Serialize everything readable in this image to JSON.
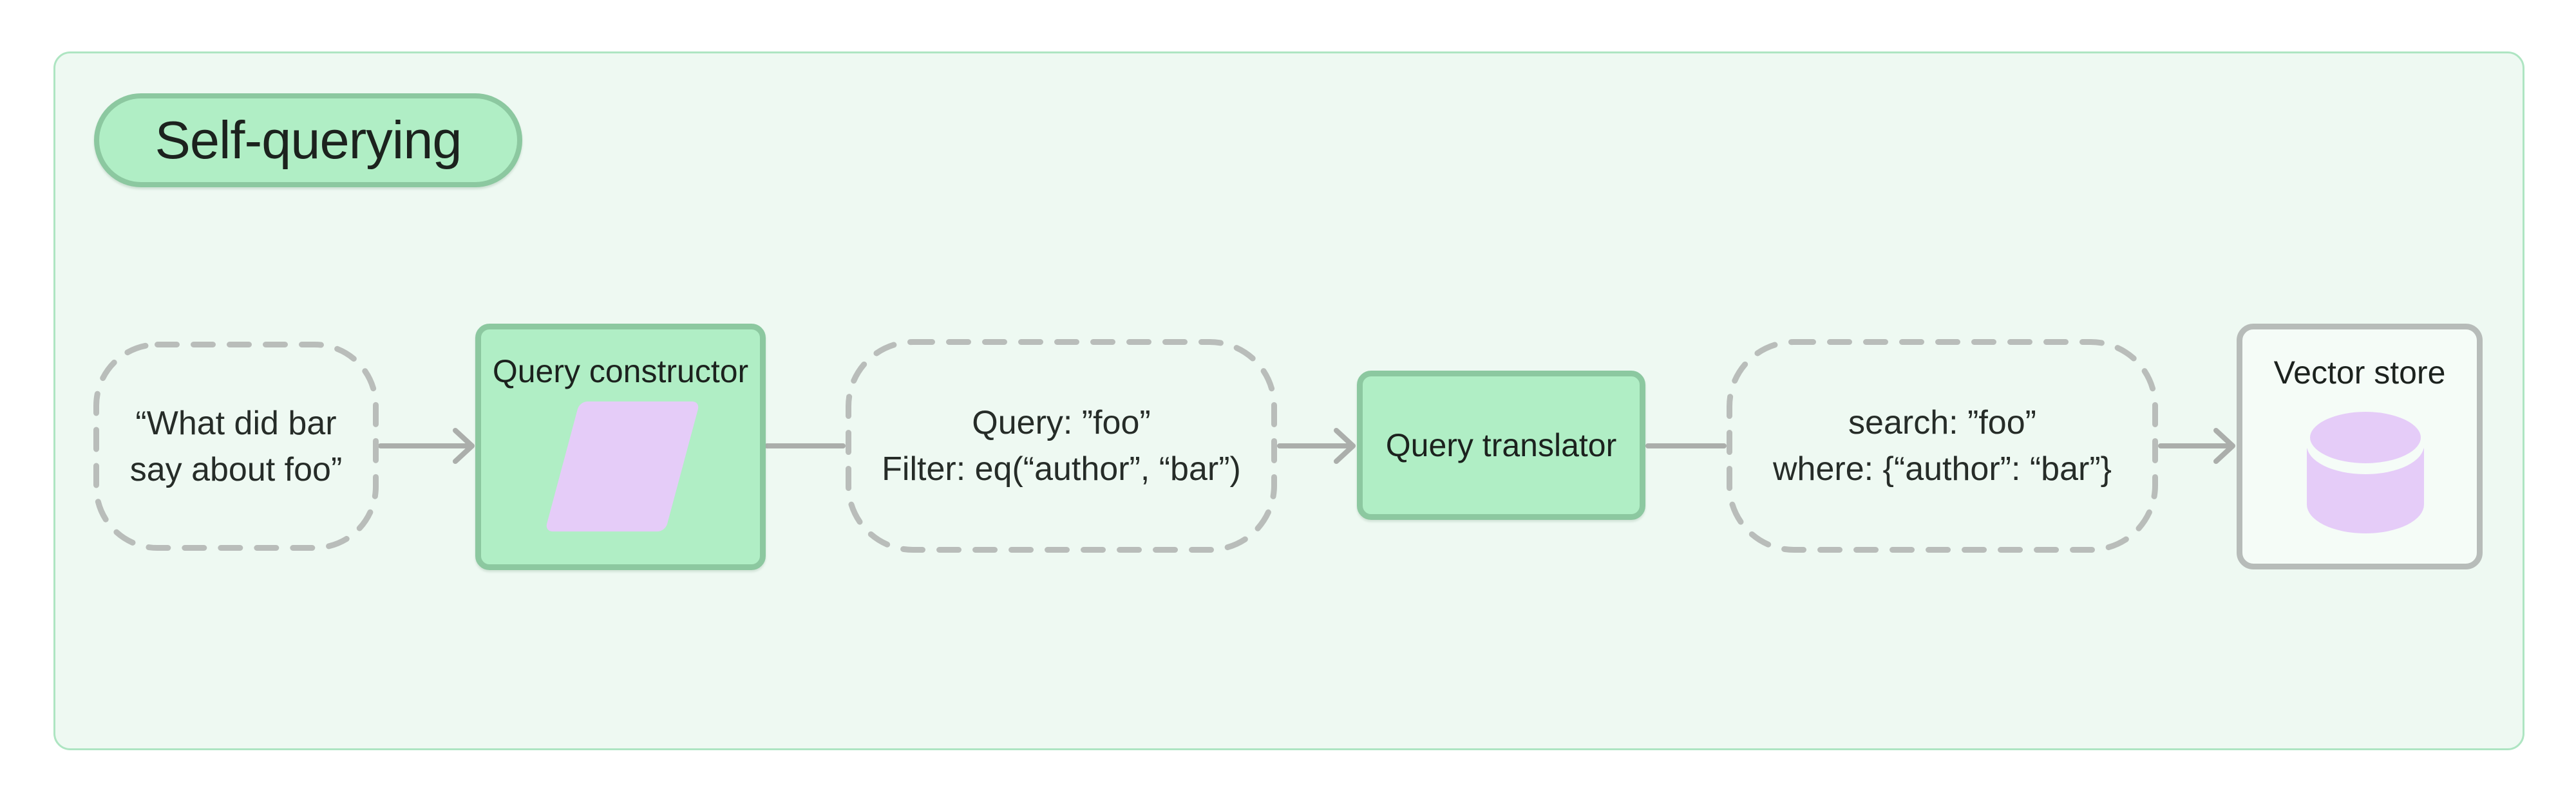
{
  "badge": {
    "label": "Self-querying"
  },
  "nodes": {
    "user_query": {
      "line1": "“What did bar",
      "line2": "say about foo”"
    },
    "constructed_query": {
      "line1": "Query: ”foo”",
      "line2": "Filter: eq(“author”, “bar”)"
    },
    "translated_query": {
      "line1": "search: ”foo”",
      "line2": "where: {“author”: “bar”}"
    }
  },
  "boxes": {
    "query_constructor": {
      "label": "Query constructor",
      "icon": "parallelogram-icon"
    },
    "query_translator": {
      "label": "Query translator"
    },
    "vector_store": {
      "label": "Vector store",
      "icon": "database-icon"
    }
  },
  "flow": [
    "user_query",
    "query_constructor",
    "constructed_query",
    "query_translator",
    "translated_query",
    "vector_store"
  ],
  "colors": {
    "page_bg": "#ffffff",
    "container_bg": "#eef9f2",
    "container_border": "#aee5c2",
    "green_fill": "#b0eec5",
    "green_border": "#8cc8a0",
    "purple": "#e5ccf8",
    "dash_gray": "#b9bdba",
    "arrow_gray": "#abaeab",
    "text_dark": "#1c221e",
    "node_text": "#262c28",
    "vs_fill": "#f5fcf7",
    "vs_border": "#b7bcb9"
  }
}
